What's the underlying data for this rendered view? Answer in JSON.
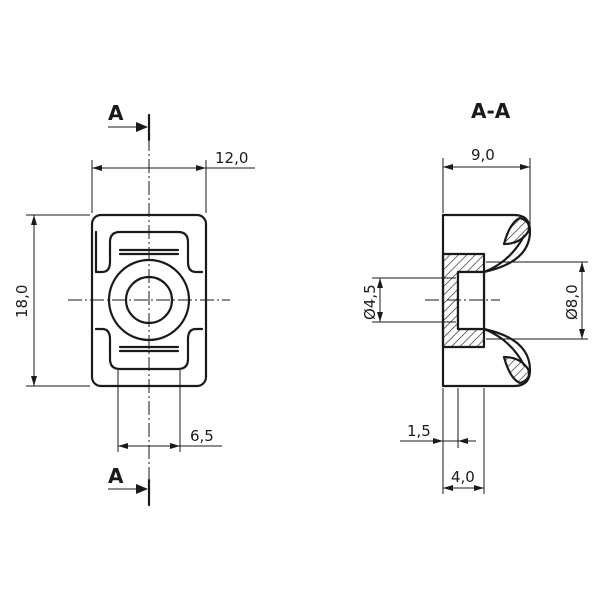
{
  "section_marker": "A",
  "section_title": "A-A",
  "dimensions": {
    "width": "12,0",
    "height": "18,0",
    "slot_spacing": "6,5",
    "depth": "9,0",
    "inner_diameter": "Ø4,5",
    "outer_diameter": "Ø8,0",
    "wall_thickness": "1,5",
    "base_thickness": "4,0"
  },
  "colors": {
    "line": "#1a1a1a",
    "background": "#ffffff"
  }
}
